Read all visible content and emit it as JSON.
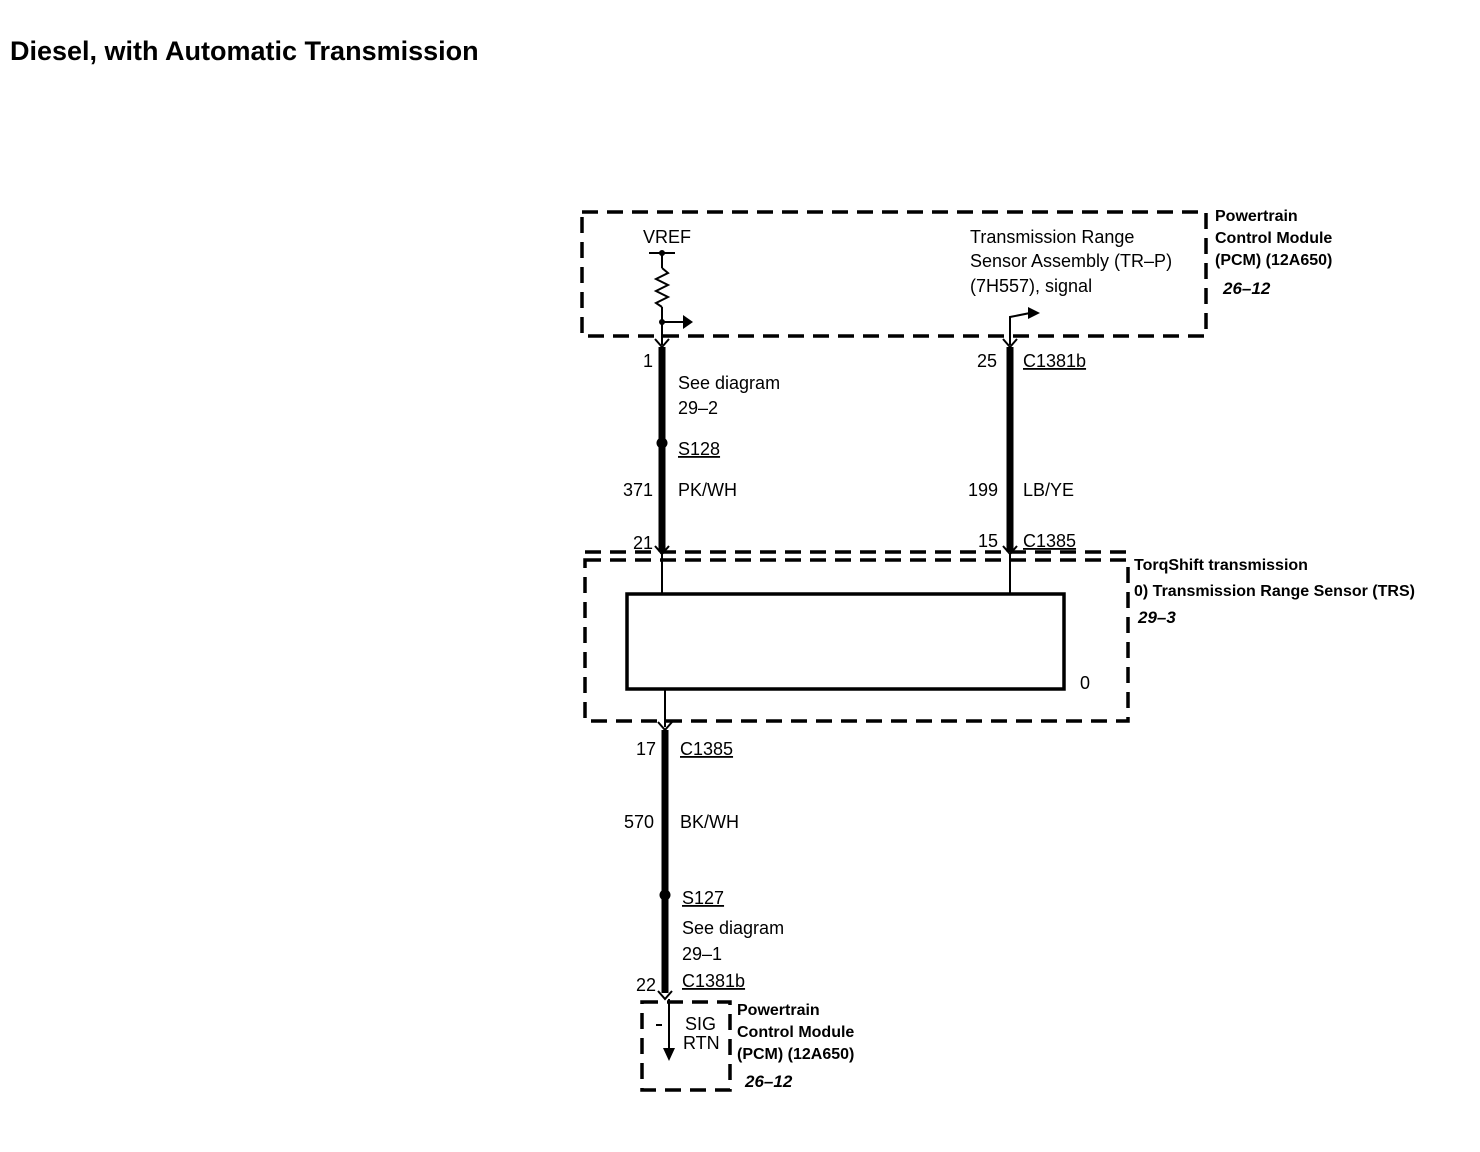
{
  "title": "Diesel, with Automatic Transmission",
  "pcm_top": {
    "name_line1": "Powertrain",
    "name_line2": "Control Module",
    "name_line3": "(PCM) (12A650)",
    "ref": "26–12",
    "vref_label": "VREF",
    "signal_line1": "Transmission Range",
    "signal_line2": "Sensor Assembly (TR–P)",
    "signal_line3": "(7H557), signal"
  },
  "left_circuit": {
    "pin_top": "1",
    "see_line1": "See diagram",
    "see_line2": "29–2",
    "splice": "S128",
    "circuit": "371",
    "color": "PK/WH",
    "pin_bottom": "21"
  },
  "right_circuit": {
    "pin_top": "25",
    "connector_top": "C1381b",
    "circuit": "199",
    "color": "LB/YE",
    "pin_bottom": "15",
    "connector_bottom": "C1385"
  },
  "trs": {
    "name_line1": "TorqShift transmission",
    "name_line2": "0) Transmission Range Sensor (TRS)",
    "ref": "29–3",
    "corner_label": "0"
  },
  "bottom_circuit": {
    "pin_top": "17",
    "connector_top": "C1385",
    "circuit": "570",
    "color": "BK/WH",
    "splice": "S127",
    "see_line1": "See diagram",
    "see_line2": "29–1",
    "pin_bottom": "22",
    "connector_bottom": "C1381b"
  },
  "pcm_bottom": {
    "name_line1": "Powertrain",
    "name_line2": "Control Module",
    "name_line3": "(PCM) (12A650)",
    "ref": "26–12",
    "sig_label": "SIG",
    "rtn_label": "RTN"
  }
}
